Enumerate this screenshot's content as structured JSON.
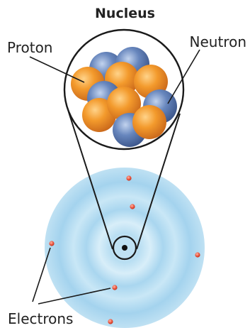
{
  "title": "Nucleus",
  "labels": {
    "proton": "Proton",
    "neutron": "Neutron",
    "electrons": "Electrons"
  },
  "colors": {
    "proton": "#f08a24",
    "neutron": "#5b7db5",
    "electron": "#e8503a",
    "electron_cloud": "#a9d6ef",
    "outline": "#1a1a1a"
  }
}
